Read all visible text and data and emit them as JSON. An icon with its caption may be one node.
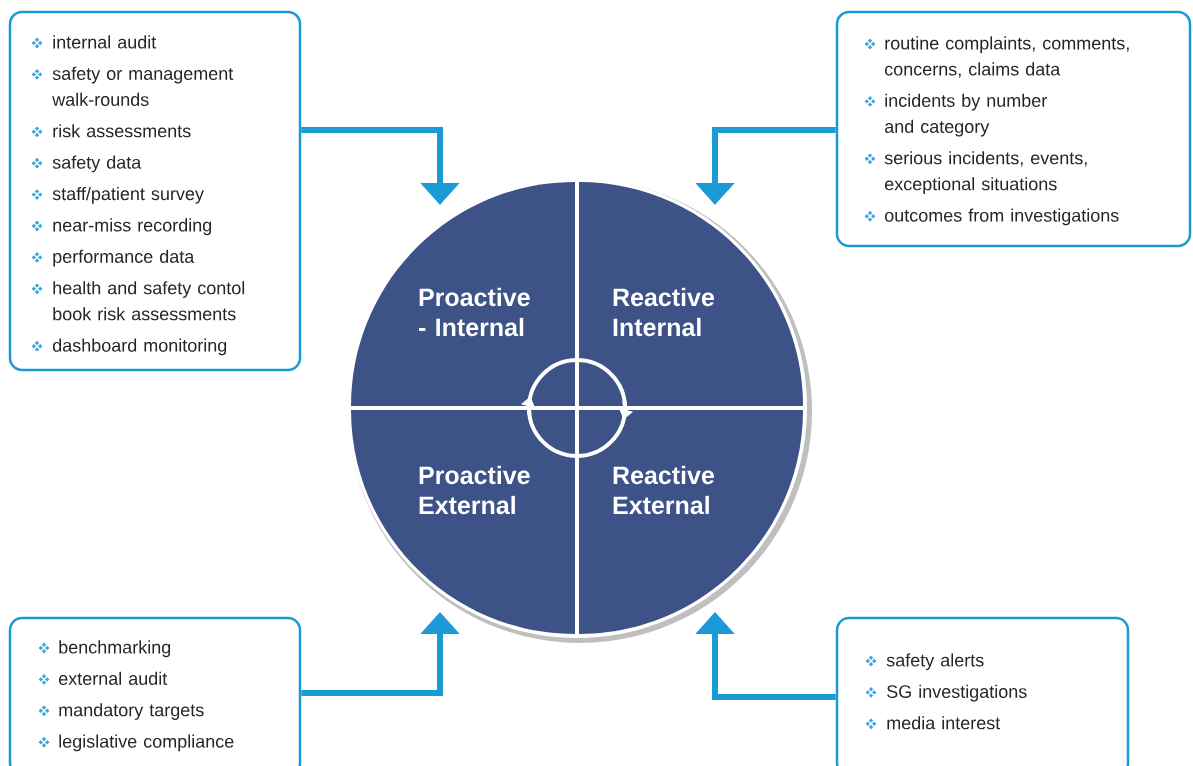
{
  "diagram": {
    "nodes": [
      {
        "text": [
          "internal audit",
          "safety or management walk-rounds",
          "risk assessments",
          "safety data",
          "staff/patient survey",
          "near-miss recording",
          "performance data",
          "health and safety contol book risk assessments",
          "dashboard monitoring"
        ]
      },
      {
        "text": [
          "routine complaints, comments, concerns, claims data",
          "incidents by number and category",
          "serious incidents, events, exceptional situations",
          "outcomes from investigations"
        ]
      },
      {
        "text": [
          "Proactive - Internal"
        ]
      },
      {
        "text": [
          "Reactive Internal"
        ]
      },
      {
        "text": [
          "Proactive External"
        ]
      },
      {
        "text": [
          "Reactive External"
        ]
      },
      {
        "text": [
          "benchmarking",
          "external audit",
          "mandatory targets",
          "legislative compliance"
        ]
      },
      {
        "text": [
          "safety alerts",
          "SG investigations",
          "media interest"
        ]
      }
    ],
    "edges": [
      {
        "from": 0,
        "to": 2,
        "arrow": "to"
      },
      {
        "from": 1,
        "to": 3,
        "arrow": "to"
      },
      {
        "from": 6,
        "to": 4,
        "arrow": "to"
      },
      {
        "from": 7,
        "to": 5,
        "arrow": "to"
      }
    ]
  }
}
